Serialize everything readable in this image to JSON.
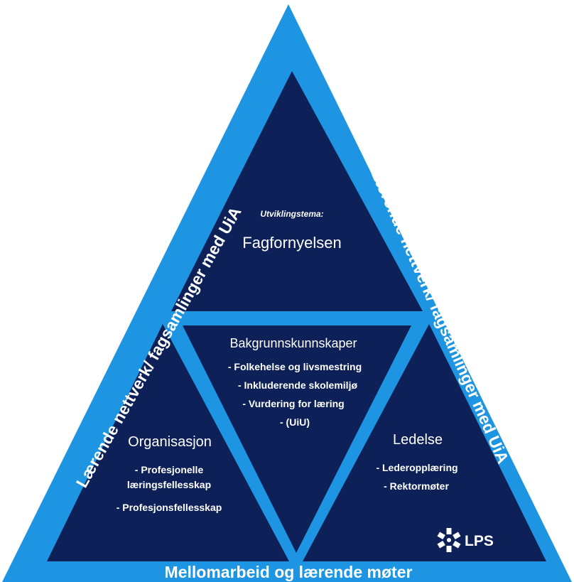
{
  "colors": {
    "outer_triangle": "#1e95e2",
    "inner_panel": "#0d2158",
    "text": "#ffffff",
    "background": "#ffffff"
  },
  "sides": {
    "left": "Lærende nettverk/ fagsamlinger med UiA",
    "right": "Lærende nettverk/ fagsamlinger med UiA",
    "bottom": "Mellomarbeid og lærende møter"
  },
  "top_section": {
    "label": "Utviklingstema:",
    "title": "Fagfornyelsen"
  },
  "center_section": {
    "title": "Bakgrunnskunnskaper",
    "items": [
      "- Folkehelse og livsmestring",
      "- Inkluderende skolemiljø",
      "- Vurdering for læring",
      "- (UiU)"
    ]
  },
  "left_section": {
    "title": "Organisasjon",
    "items": [
      "- Profesjonelle",
      "læringsfellesskap",
      "- Profesjonsfellesskap"
    ]
  },
  "right_section": {
    "title": "Ledelse",
    "items": [
      "- Lederopplæring",
      "- Rektormøter"
    ]
  },
  "logo": {
    "text": "LPS",
    "icon": "lps-star-icon"
  }
}
